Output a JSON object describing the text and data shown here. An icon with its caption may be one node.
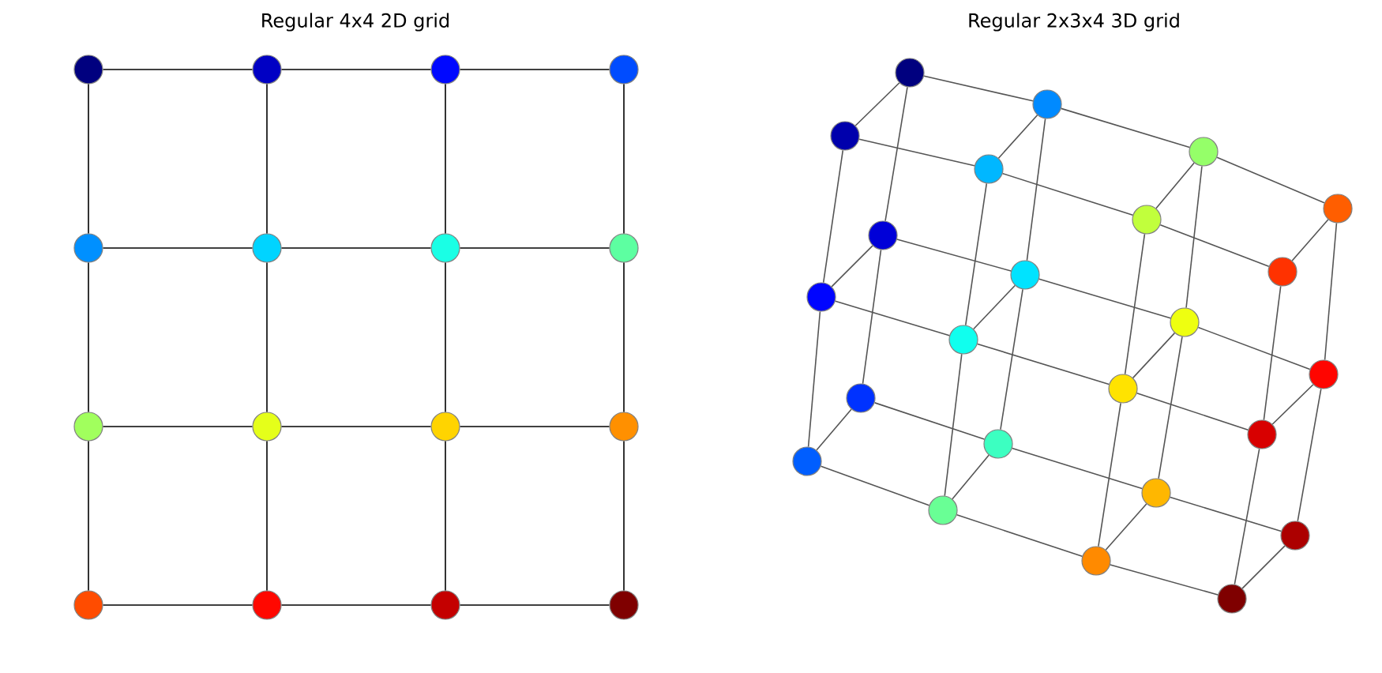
{
  "diagram": {
    "nodes": [
      {
        "text": [],
        "shape": "circle"
      },
      {
        "text": [],
        "shape": "circle"
      },
      {
        "text": [],
        "shape": "circle"
      },
      {
        "text": [],
        "shape": "circle"
      },
      {
        "text": [],
        "shape": "circle"
      },
      {
        "text": [],
        "shape": "circle"
      },
      {
        "text": [],
        "shape": "circle"
      },
      {
        "text": [],
        "shape": "circle"
      },
      {
        "text": [],
        "shape": "circle"
      },
      {
        "text": [],
        "shape": "circle"
      },
      {
        "text": [],
        "shape": "circle"
      },
      {
        "text": [],
        "shape": "circle"
      },
      {
        "text": [],
        "shape": "circle"
      },
      {
        "text": [],
        "shape": "circle"
      },
      {
        "text": [],
        "shape": "circle"
      },
      {
        "text": [],
        "shape": "circle"
      },
      {
        "text": [],
        "shape": "circle"
      },
      {
        "text": [],
        "shape": "circle"
      },
      {
        "text": [],
        "shape": "circle"
      },
      {
        "text": [],
        "shape": "circle"
      },
      {
        "text": [],
        "shape": "circle"
      },
      {
        "text": [],
        "shape": "circle"
      },
      {
        "text": [],
        "shape": "circle"
      },
      {
        "text": [],
        "shape": "circle"
      },
      {
        "text": [],
        "shape": "circle"
      },
      {
        "text": [],
        "shape": "circle"
      },
      {
        "text": [],
        "shape": "circle"
      },
      {
        "text": [],
        "shape": "circle"
      },
      {
        "text": [],
        "shape": "circle"
      },
      {
        "text": [],
        "shape": "circle"
      },
      {
        "text": [],
        "shape": "circle"
      },
      {
        "text": [],
        "shape": "circle"
      },
      {
        "text": [],
        "shape": "circle"
      },
      {
        "text": [],
        "shape": "circle"
      },
      {
        "text": [],
        "shape": "circle"
      },
      {
        "text": [],
        "shape": "circle"
      },
      {
        "text": [],
        "shape": "circle"
      },
      {
        "text": [],
        "shape": "circle"
      },
      {
        "text": [],
        "shape": "circle"
      },
      {
        "text": [],
        "shape": "circle"
      }
    ],
    "edges": [
      {
        "from": 0,
        "to": 1,
        "arrow": "none",
        "color": "#000000"
      },
      {
        "from": 1,
        "to": 2,
        "arrow": "none",
        "color": "#000000"
      },
      {
        "from": 2,
        "to": 3,
        "arrow": "none",
        "color": "#000000"
      },
      {
        "from": 4,
        "to": 5,
        "arrow": "none",
        "color": "#000000"
      },
      {
        "from": 5,
        "to": 6,
        "arrow": "none",
        "color": "#000000"
      },
      {
        "from": 6,
        "to": 7,
        "arrow": "none",
        "color": "#000000"
      },
      {
        "from": 8,
        "to": 9,
        "arrow": "none",
        "color": "#000000"
      },
      {
        "from": 9,
        "to": 10,
        "arrow": "none",
        "color": "#000000"
      },
      {
        "from": 10,
        "to": 11,
        "arrow": "none",
        "color": "#000000"
      },
      {
        "from": 12,
        "to": 13,
        "arrow": "none",
        "color": "#000000"
      },
      {
        "from": 13,
        "to": 14,
        "arrow": "none",
        "color": "#000000"
      },
      {
        "from": 14,
        "to": 15,
        "arrow": "none",
        "color": "#000000"
      },
      {
        "from": 0,
        "to": 4,
        "arrow": "none",
        "color": "#000000"
      },
      {
        "from": 4,
        "to": 8,
        "arrow": "none",
        "color": "#000000"
      },
      {
        "from": 8,
        "to": 12,
        "arrow": "none",
        "color": "#000000"
      },
      {
        "from": 1,
        "to": 5,
        "arrow": "none",
        "color": "#000000"
      },
      {
        "from": 5,
        "to": 9,
        "arrow": "none",
        "color": "#000000"
      },
      {
        "from": 9,
        "to": 13,
        "arrow": "none",
        "color": "#000000"
      },
      {
        "from": 2,
        "to": 6,
        "arrow": "none",
        "color": "#000000"
      },
      {
        "from": 6,
        "to": 10,
        "arrow": "none",
        "color": "#000000"
      },
      {
        "from": 10,
        "to": 14,
        "arrow": "none",
        "color": "#000000"
      },
      {
        "from": 3,
        "to": 7,
        "arrow": "none",
        "color": "#000000"
      },
      {
        "from": 7,
        "to": 11,
        "arrow": "none",
        "color": "#000000"
      },
      {
        "from": 11,
        "to": 15,
        "arrow": "none",
        "color": "#000000"
      },
      {
        "from": 16,
        "to": 17,
        "arrow": "none"
      },
      {
        "from": 18,
        "to": 19,
        "arrow": "none"
      },
      {
        "from": 20,
        "to": 21,
        "arrow": "none"
      },
      {
        "from": 22,
        "to": 23,
        "arrow": "none"
      },
      {
        "from": 24,
        "to": 25,
        "arrow": "none"
      },
      {
        "from": 26,
        "to": 27,
        "arrow": "none"
      },
      {
        "from": 28,
        "to": 29,
        "arrow": "none"
      },
      {
        "from": 30,
        "to": 31,
        "arrow": "none"
      },
      {
        "from": 32,
        "to": 33,
        "arrow": "none"
      },
      {
        "from": 34,
        "to": 35,
        "arrow": "none"
      },
      {
        "from": 36,
        "to": 37,
        "arrow": "none"
      },
      {
        "from": 38,
        "to": 39,
        "arrow": "none"
      },
      {
        "from": 16,
        "to": 18,
        "arrow": "none"
      },
      {
        "from": 18,
        "to": 20,
        "arrow": "none"
      },
      {
        "from": 17,
        "to": 19,
        "arrow": "none"
      },
      {
        "from": 19,
        "to": 21,
        "arrow": "none"
      },
      {
        "from": 22,
        "to": 24,
        "arrow": "none"
      },
      {
        "from": 24,
        "to": 26,
        "arrow": "none"
      },
      {
        "from": 23,
        "to": 25,
        "arrow": "none"
      },
      {
        "from": 25,
        "to": 27,
        "arrow": "none"
      },
      {
        "from": 28,
        "to": 30,
        "arrow": "none"
      },
      {
        "from": 30,
        "to": 32,
        "arrow": "none"
      },
      {
        "from": 29,
        "to": 31,
        "arrow": "none"
      },
      {
        "from": 31,
        "to": 33,
        "arrow": "none"
      },
      {
        "from": 34,
        "to": 36,
        "arrow": "none"
      },
      {
        "from": 36,
        "to": 38,
        "arrow": "none"
      },
      {
        "from": 35,
        "to": 37,
        "arrow": "none"
      },
      {
        "from": 37,
        "to": 39,
        "arrow": "none"
      },
      {
        "from": 16,
        "to": 22,
        "arrow": "none"
      },
      {
        "from": 17,
        "to": 23,
        "arrow": "none"
      },
      {
        "from": 18,
        "to": 24,
        "arrow": "none"
      },
      {
        "from": 19,
        "to": 25,
        "arrow": "none"
      },
      {
        "from": 20,
        "to": 26,
        "arrow": "none"
      },
      {
        "from": 21,
        "to": 27,
        "arrow": "none"
      },
      {
        "from": 22,
        "to": 28,
        "arrow": "none"
      },
      {
        "from": 23,
        "to": 29,
        "arrow": "none"
      },
      {
        "from": 24,
        "to": 30,
        "arrow": "none"
      },
      {
        "from": 25,
        "to": 31,
        "arrow": "none"
      },
      {
        "from": 26,
        "to": 32,
        "arrow": "none"
      },
      {
        "from": 27,
        "to": 33,
        "arrow": "none"
      },
      {
        "from": 28,
        "to": 34,
        "arrow": "none"
      },
      {
        "from": 29,
        "to": 35,
        "arrow": "none"
      },
      {
        "from": 30,
        "to": 36,
        "arrow": "none"
      },
      {
        "from": 31,
        "to": 37,
        "arrow": "none"
      },
      {
        "from": 32,
        "to": 38,
        "arrow": "none"
      },
      {
        "from": 33,
        "to": 39,
        "arrow": "none"
      }
    ],
    "labels": [
      "Regular 4x4 2D grid",
      "Regular 2x3x4 3D grid"
    ]
  }
}
